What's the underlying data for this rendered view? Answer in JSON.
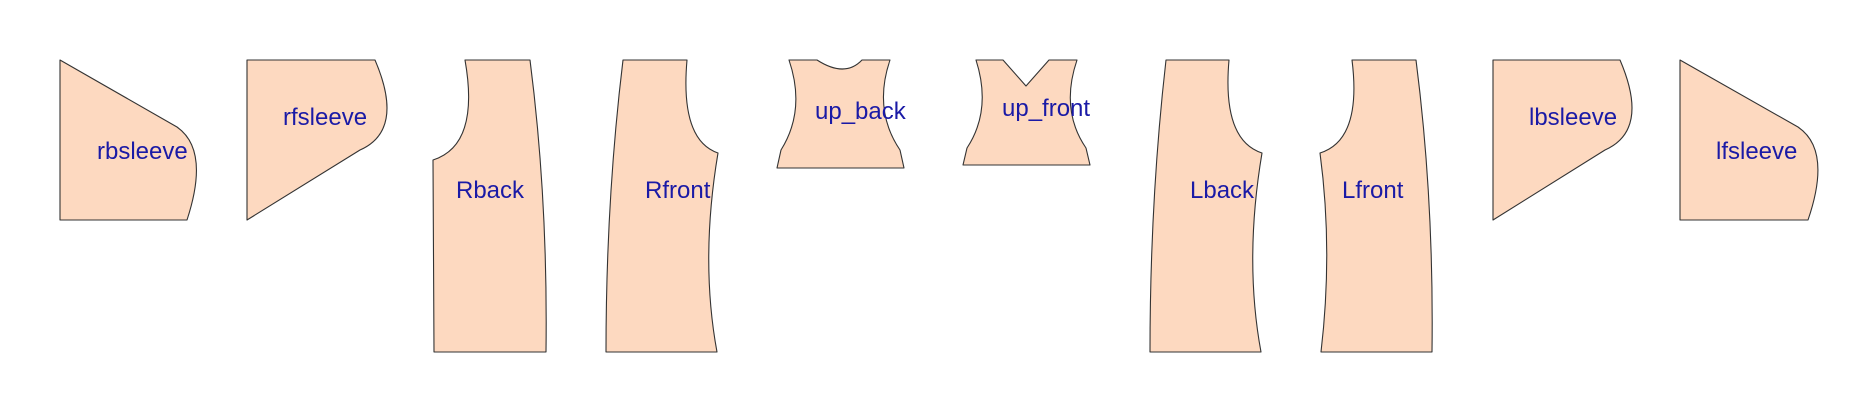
{
  "colors": {
    "fill": "#fdd9c0",
    "label": "#1a1aa6"
  },
  "pieces": [
    {
      "id": "rbsleeve",
      "label": "rbsleeve"
    },
    {
      "id": "rfsleeve",
      "label": "rfsleeve"
    },
    {
      "id": "rback",
      "label": "Rback"
    },
    {
      "id": "rfront",
      "label": "Rfront"
    },
    {
      "id": "up-back",
      "label": "up_back"
    },
    {
      "id": "up-front",
      "label": "up_front"
    },
    {
      "id": "lback",
      "label": "Lback"
    },
    {
      "id": "lfront",
      "label": "Lfront"
    },
    {
      "id": "lbsleeve",
      "label": "lbsleeve"
    },
    {
      "id": "lfsleeve",
      "label": "lfsleeve"
    }
  ]
}
